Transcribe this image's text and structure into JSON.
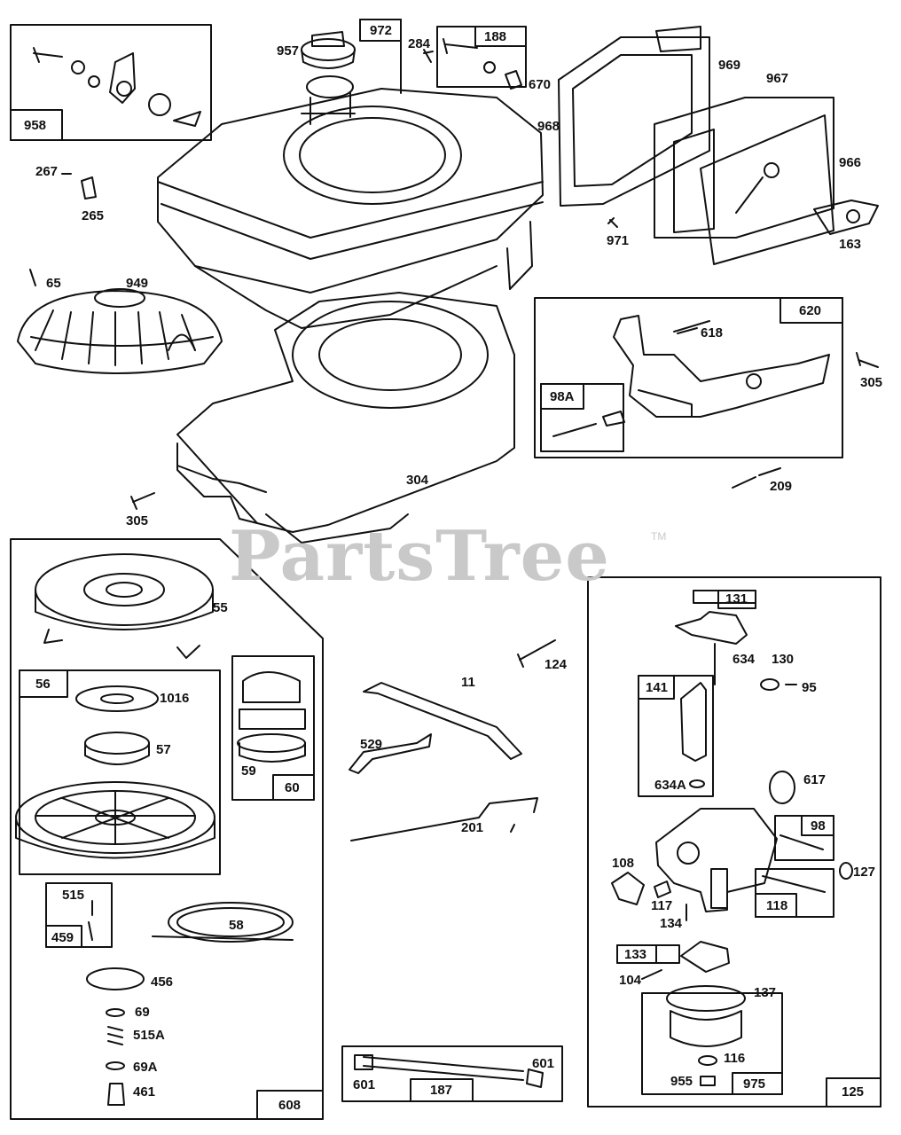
{
  "watermark": {
    "text": "PartsTree",
    "tm": "TM"
  },
  "box_labels": {
    "b958": "958",
    "b972": "972",
    "b188": "188",
    "b620": "620",
    "b98a": "98A",
    "b608": "608",
    "b56": "56",
    "b60": "60",
    "b459": "459",
    "b187": "187",
    "b125": "125",
    "b131": "131",
    "b141": "141",
    "b98": "98",
    "b118": "118",
    "b133": "133",
    "b975": "975"
  },
  "callouts": {
    "c957": "957",
    "c284": "284",
    "c670": "670",
    "c969": "969",
    "c967": "967",
    "c968": "968",
    "c966": "966",
    "c267": "267",
    "c265": "265",
    "c971": "971",
    "c163": "163",
    "c65": "65",
    "c949": "949",
    "c618": "618",
    "c305r": "305",
    "c209": "209",
    "c304": "304",
    "c305l": "305",
    "c55": "55",
    "c1016": "1016",
    "c57": "57",
    "c59": "59",
    "c515": "515",
    "c58": "58",
    "c456": "456",
    "c69": "69",
    "c515a": "515A",
    "c69a": "69A",
    "c461": "461",
    "c124": "124",
    "c11": "11",
    "c529": "529",
    "c201": "201",
    "c601l": "601",
    "c601r": "601",
    "c634": "634",
    "c130": "130",
    "c95": "95",
    "c634a": "634A",
    "c617": "617",
    "c108": "108",
    "c117": "117",
    "c134": "134",
    "c127": "127",
    "c104": "104",
    "c137": "137",
    "c116": "116",
    "c955": "955"
  }
}
